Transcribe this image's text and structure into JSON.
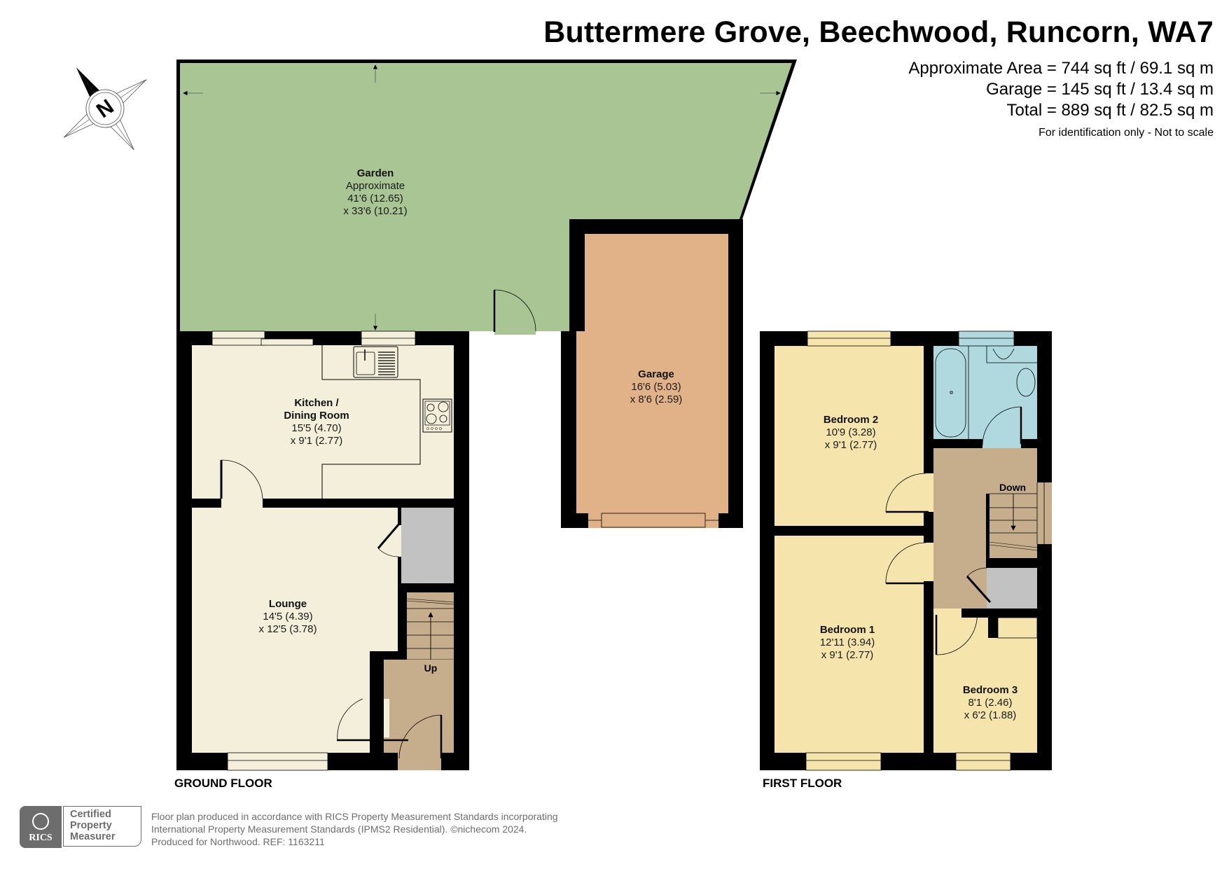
{
  "header": {
    "title": "Buttermere Grove, Beechwood, Runcorn, WA7",
    "areas": [
      "Approximate Area = 744 sq ft / 69.1 sq m",
      "Garage = 145 sq ft / 13.4 sq m",
      "Total = 889 sq ft / 82.5 sq m"
    ],
    "disclaimer": "For identification only - Not to scale"
  },
  "compass": {
    "icon": "north-compass-icon",
    "label": "N"
  },
  "colors": {
    "wall": "#000000",
    "garden": "#a9c593",
    "garage": "#e1b287",
    "living": "#f3efdb",
    "bedroom": "#f5e4ab",
    "bathroom": "#afd8df",
    "hall": "#c6ad8b",
    "cupboard": "#c2c2c2",
    "footer_grey": "#6d6d6d"
  },
  "ground_floor": {
    "label": "GROUND FLOOR",
    "rooms": [
      {
        "name": "Garden",
        "lines": [
          "Approximate",
          "41'6 (12.65)",
          "x 33'6 (10.21)"
        ]
      },
      {
        "name": "Kitchen /",
        "name2": "Dining Room",
        "lines": [
          "15'5 (4.70)",
          "x 9'1 (2.77)"
        ]
      },
      {
        "name": "Lounge",
        "lines": [
          "14'5 (4.39)",
          "x 12'5 (3.78)"
        ]
      },
      {
        "name": "Garage",
        "lines": [
          "16'6 (5.03)",
          "x 8'6 (2.59)"
        ]
      }
    ],
    "stairs_label": "Up"
  },
  "first_floor": {
    "label": "FIRST FLOOR",
    "rooms": [
      {
        "name": "Bedroom 2",
        "lines": [
          "10'9 (3.28)",
          "x 9'1 (2.77)"
        ]
      },
      {
        "name": "Bedroom 1",
        "lines": [
          "12'11 (3.94)",
          "x 9'1 (2.77)"
        ]
      },
      {
        "name": "Bedroom 3",
        "lines": [
          "8'1 (2.46)",
          "x 6'2 (1.88)"
        ]
      }
    ],
    "stairs_label": "Down"
  },
  "footer": {
    "badge_org": "RICS",
    "badge_lines": [
      "Certified",
      "Property",
      "Measurer"
    ],
    "text_lines": [
      "Floor plan produced in accordance with RICS Property Measurement Standards incorporating",
      "International Property Measurement Standards (IPMS2 Residential).   ©nichecom 2024.",
      "Produced for Northwood.   REF:  1163211"
    ]
  }
}
